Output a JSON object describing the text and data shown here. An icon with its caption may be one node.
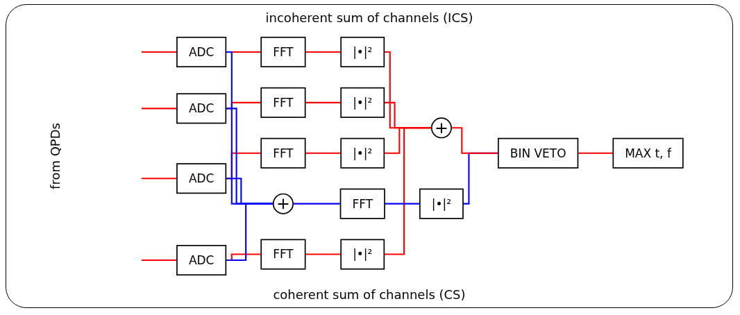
{
  "diagram": {
    "nodes": [
      {
        "text": [
          "ADC"
        ]
      },
      {
        "text": [
          "ADC"
        ]
      },
      {
        "text": [
          "ADC"
        ]
      },
      {
        "text": [
          "ADC"
        ]
      },
      {
        "text": [
          "FFT"
        ]
      },
      {
        "text": [
          "|•|²"
        ]
      },
      {
        "text": [
          "FFT"
        ]
      },
      {
        "text": [
          "|•|²"
        ]
      },
      {
        "text": [
          "FFT"
        ]
      },
      {
        "text": [
          "|•|²"
        ]
      },
      {
        "text": [
          "FFT"
        ]
      },
      {
        "text": [
          "|•|²"
        ]
      },
      {
        "text": [
          "+"
        ]
      },
      {
        "text": [
          "+"
        ]
      },
      {
        "text": [
          "FFT"
        ]
      },
      {
        "text": [
          "|•|²"
        ]
      },
      {
        "text": [
          "BIN VETO"
        ]
      },
      {
        "text": [
          "MAX t, f"
        ]
      }
    ],
    "edges": [
      {
        "from": null,
        "to": 0,
        "arrow": "none"
      },
      {
        "from": null,
        "to": 1,
        "arrow": "none"
      },
      {
        "from": null,
        "to": 2,
        "arrow": "none"
      },
      {
        "from": null,
        "to": 3,
        "arrow": "none"
      },
      {
        "from": 0,
        "to": 4,
        "arrow": "none"
      },
      {
        "from": 1,
        "to": 6,
        "arrow": "none"
      },
      {
        "from": 2,
        "to": 8,
        "arrow": "none"
      },
      {
        "from": 3,
        "to": 10,
        "arrow": "none"
      },
      {
        "from": 4,
        "to": 5,
        "arrow": "none"
      },
      {
        "from": 6,
        "to": 7,
        "arrow": "none"
      },
      {
        "from": 8,
        "to": 9,
        "arrow": "none"
      },
      {
        "from": 10,
        "to": 11,
        "arrow": "none"
      },
      {
        "from": 5,
        "to": 12,
        "arrow": "none"
      },
      {
        "from": 7,
        "to": 12,
        "arrow": "none"
      },
      {
        "from": 9,
        "to": 12,
        "arrow": "none"
      },
      {
        "from": 11,
        "to": 12,
        "arrow": "none"
      },
      {
        "from": 0,
        "to": 13,
        "arrow": "none",
        "color": "#0000ff"
      },
      {
        "from": 1,
        "to": 13,
        "arrow": "none",
        "color": "#0000ff"
      },
      {
        "from": 2,
        "to": 13,
        "arrow": "none",
        "color": "#0000ff"
      },
      {
        "from": 3,
        "to": 13,
        "arrow": "none",
        "color": "#0000ff"
      },
      {
        "from": 13,
        "to": 14,
        "arrow": "none",
        "color": "#0000ff"
      },
      {
        "from": 14,
        "to": 15,
        "arrow": "none",
        "color": "#0000ff"
      },
      {
        "from": 15,
        "to": 16,
        "arrow": "none",
        "color": "#0000ff"
      },
      {
        "from": 12,
        "to": 16,
        "arrow": "none"
      },
      {
        "from": 16,
        "to": 17,
        "arrow": "none"
      }
    ],
    "labels": [
      "incoherent sum of channels (ICS)",
      "from QPDs",
      "coherent sum of channels (CS)"
    ]
  }
}
